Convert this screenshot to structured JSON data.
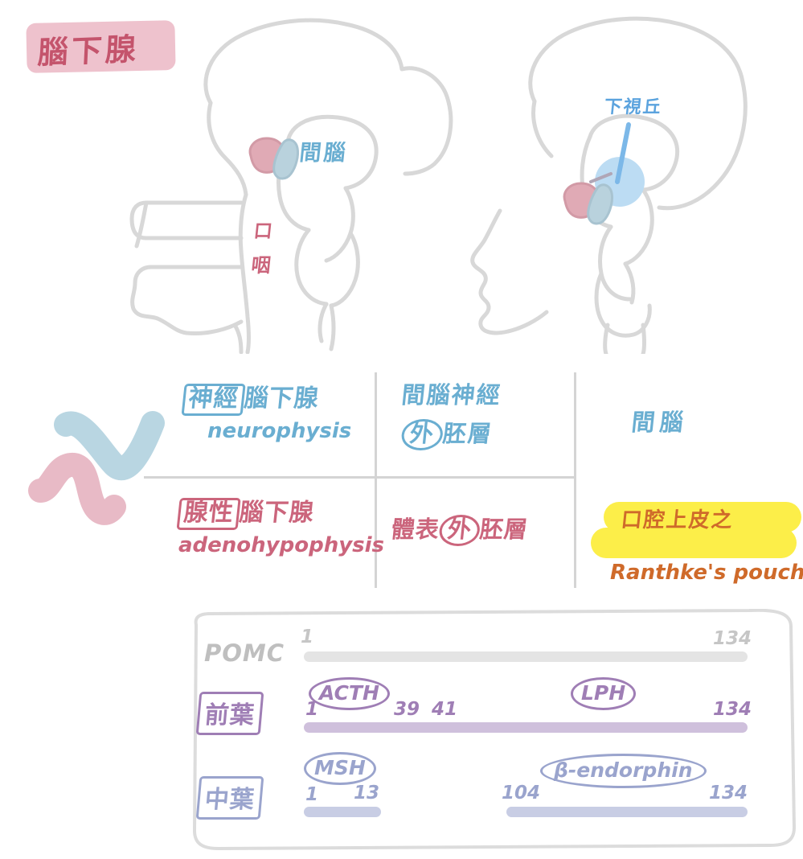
{
  "title": {
    "text": "腦下腺",
    "badge_color": "#eec2cd",
    "text_color": "#c4546c"
  },
  "diagram": {
    "left_brain": {
      "labels": [
        {
          "name": "diencephalon",
          "text": "間腦",
          "color": "#6aaed1"
        },
        {
          "name": "oral",
          "text": "口",
          "color": "#cb657c"
        },
        {
          "name": "pharynx",
          "text": "咽",
          "color": "#cb657c"
        }
      ]
    },
    "right_brain": {
      "labels": [
        {
          "name": "hypothalamus",
          "text": "下視丘",
          "color": "#5ba3de"
        }
      ]
    }
  },
  "table": {
    "rows": [
      {
        "col1_boxed": "神經",
        "col1_rest": "腦下腺",
        "col1_en": "neurophysis",
        "col2_line1": "間腦神經",
        "col2_circled": "外",
        "col2_rest": "胚層",
        "col3": "間腦",
        "color": "#6aaed1"
      },
      {
        "col1_boxed": "腺性",
        "col1_rest": "腦下腺",
        "col1_en": "adenohypophysis",
        "col2_pre": "體表",
        "col2_circled": "外",
        "col2_rest": "胚層",
        "col3_line1": "口腔上皮之",
        "col3_line2": "Ranthke's pouch",
        "color": "#cb657c",
        "highlight_color": "#fcee49",
        "highlight_text_color": "#cf6a2a"
      }
    ]
  },
  "pomc": {
    "precursor": {
      "name": "POMC",
      "start": "1",
      "end": "134",
      "bar_color": "#e4e4e4",
      "text_color": "#bfbfbf"
    },
    "lobes": [
      {
        "label": "前葉",
        "color": "#9f7eb5",
        "bar_color": "#cfc0dc",
        "fragments": [
          {
            "tag": "ACTH",
            "start": "1",
            "end": "39"
          },
          {
            "tag": "LPH",
            "start": "41",
            "end": "134"
          }
        ]
      },
      {
        "label": "中葉",
        "color": "#9aa4cd",
        "bar_color": "#c8cde4",
        "fragments": [
          {
            "tag": "MSH",
            "start": "1",
            "end": "13"
          },
          {
            "tag": "β-endorphin",
            "start": "104",
            "end": "134"
          }
        ]
      }
    ]
  }
}
